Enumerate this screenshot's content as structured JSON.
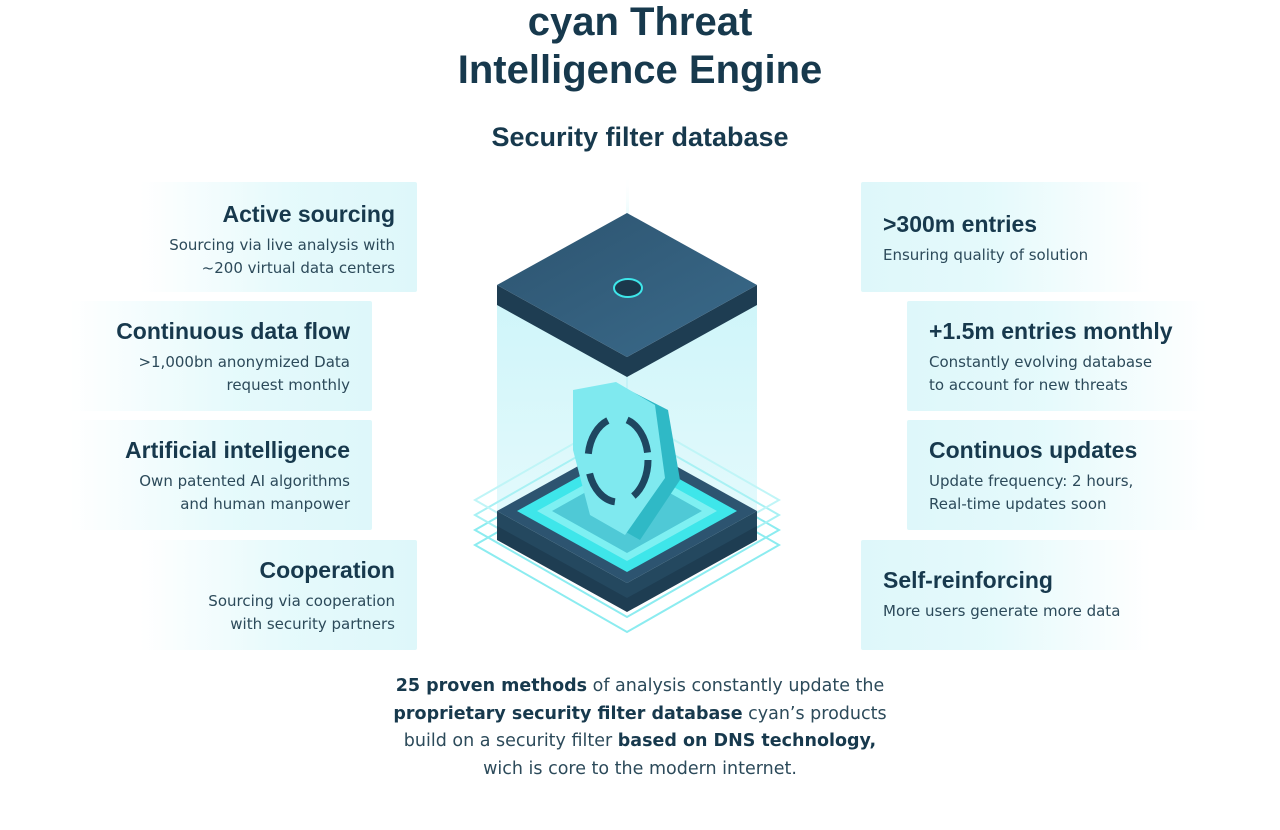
{
  "header": {
    "title_line1": "cyan Threat",
    "title_line2": "Intelligence Engine",
    "subtitle": "Security filter database"
  },
  "left_cards": [
    {
      "title": "Active sourcing",
      "line1": "Sourcing via live analysis with",
      "line2": "~200 virtual data centers"
    },
    {
      "title": "Continuous data flow",
      "line1": ">1,000bn anonymized Data",
      "line2": "request monthly"
    },
    {
      "title": "Artificial intelligence",
      "line1": "Own patented AI algorithms",
      "line2": "and human manpower"
    },
    {
      "title": "Cooperation",
      "line1": "Sourcing via cooperation",
      "line2": "with security partners"
    }
  ],
  "right_cards": [
    {
      "title": ">300m entries",
      "line1": "Ensuring quality of solution"
    },
    {
      "title": "+1.5m entries monthly",
      "line1": "Constantly evolving database",
      "line2": "to account for new threats"
    },
    {
      "title": "Continuos updates",
      "line1": "Update frequency: 2 hours,",
      "line2": "Real-time updates soon"
    },
    {
      "title": "Self-reinforcing",
      "line1": "More users generate more data"
    }
  ],
  "bottom_text": {
    "b1": "25 proven methods",
    "t1": " of analysis constantly update the ",
    "b2": "proprietary security filter database",
    "t2": " cyan’s products build on a security filter ",
    "b3": "based on DNS technology,",
    "t3": " wich is core to the modern internet."
  },
  "colors": {
    "primary_text": "#17394d",
    "card_bg": "#def7fa",
    "accent_cyan": "#3ee6ea",
    "dark_slate": "#24485f"
  }
}
